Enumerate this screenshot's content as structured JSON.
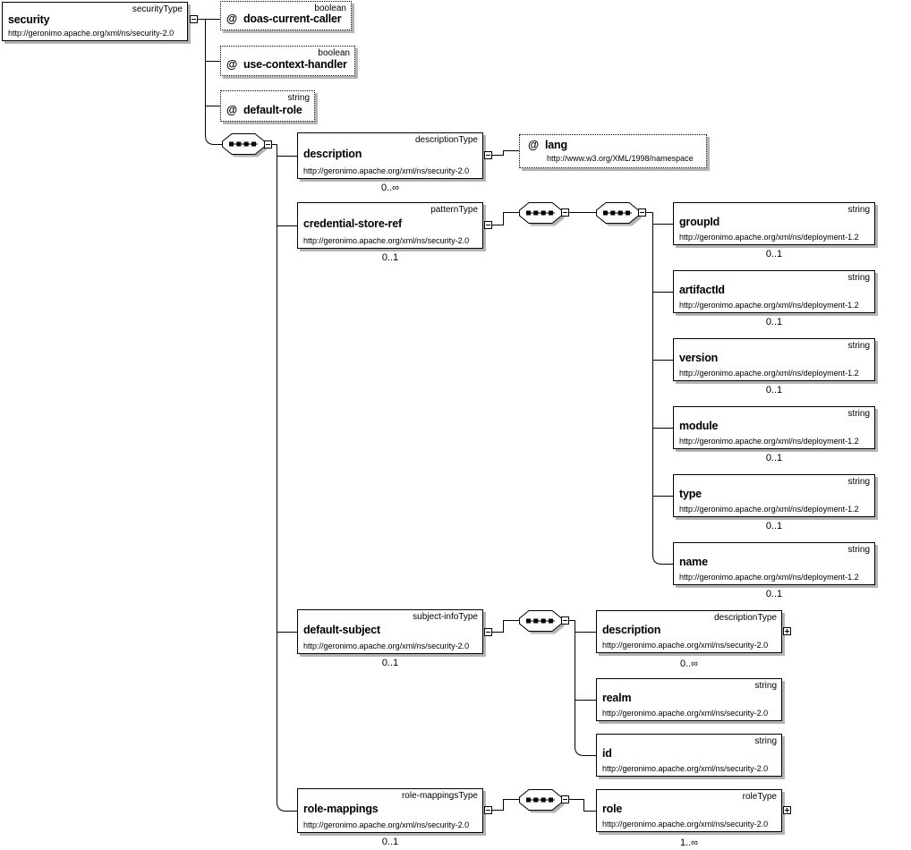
{
  "nodes": {
    "security": {
      "type": "securityType",
      "name": "security",
      "url": "http://geronimo.apache.org/xml/ns/security-2.0"
    },
    "doas_current_caller": {
      "type": "boolean",
      "prefix": "@",
      "name": "doas-current-caller"
    },
    "use_context_handler": {
      "type": "boolean",
      "prefix": "@",
      "name": "use-context-handler"
    },
    "default_role": {
      "type": "string",
      "prefix": "@",
      "name": "default-role"
    },
    "description": {
      "type": "descriptionType",
      "name": "description",
      "url": "http://geronimo.apache.org/xml/ns/security-2.0",
      "occurrence": "0..∞"
    },
    "lang": {
      "prefix": "@",
      "name": "lang",
      "url": "http://www.w3.org/XML/1998/namespace"
    },
    "credential_store_ref": {
      "type": "patternType",
      "name": "credential-store-ref",
      "url": "http://geronimo.apache.org/xml/ns/security-2.0",
      "occurrence": "0..1"
    },
    "group_id": {
      "type": "string",
      "name": "groupId",
      "url": "http://geronimo.apache.org/xml/ns/deployment-1.2",
      "occurrence": "0..1"
    },
    "artifact_id": {
      "type": "string",
      "name": "artifactId",
      "url": "http://geronimo.apache.org/xml/ns/deployment-1.2",
      "occurrence": "0..1"
    },
    "version": {
      "type": "string",
      "name": "version",
      "url": "http://geronimo.apache.org/xml/ns/deployment-1.2",
      "occurrence": "0..1"
    },
    "module": {
      "type": "string",
      "name": "module",
      "url": "http://geronimo.apache.org/xml/ns/deployment-1.2",
      "occurrence": "0..1"
    },
    "type_el": {
      "type": "string",
      "name": "type",
      "url": "http://geronimo.apache.org/xml/ns/deployment-1.2",
      "occurrence": "0..1"
    },
    "name_el": {
      "type": "string",
      "name": "name",
      "url": "http://geronimo.apache.org/xml/ns/deployment-1.2",
      "occurrence": "0..1"
    },
    "default_subject": {
      "type": "subject-infoType",
      "name": "default-subject",
      "url": "http://geronimo.apache.org/xml/ns/security-2.0",
      "occurrence": "0..1"
    },
    "description2": {
      "type": "descriptionType",
      "name": "description",
      "url": "http://geronimo.apache.org/xml/ns/security-2.0",
      "occurrence": "0..∞"
    },
    "realm": {
      "type": "string",
      "name": "realm",
      "url": "http://geronimo.apache.org/xml/ns/security-2.0"
    },
    "id": {
      "type": "string",
      "name": "id",
      "url": "http://geronimo.apache.org/xml/ns/security-2.0"
    },
    "role_mappings": {
      "type": "role-mappingsType",
      "name": "role-mappings",
      "url": "http://geronimo.apache.org/xml/ns/security-2.0",
      "occurrence": "0..1"
    },
    "role": {
      "type": "roleType",
      "name": "role",
      "url": "http://geronimo.apache.org/xml/ns/security-2.0",
      "occurrence": "1..∞"
    }
  },
  "colors": {
    "shadow": "#b4b4b4",
    "line": "#000000",
    "box_bg": "#ffffff"
  }
}
